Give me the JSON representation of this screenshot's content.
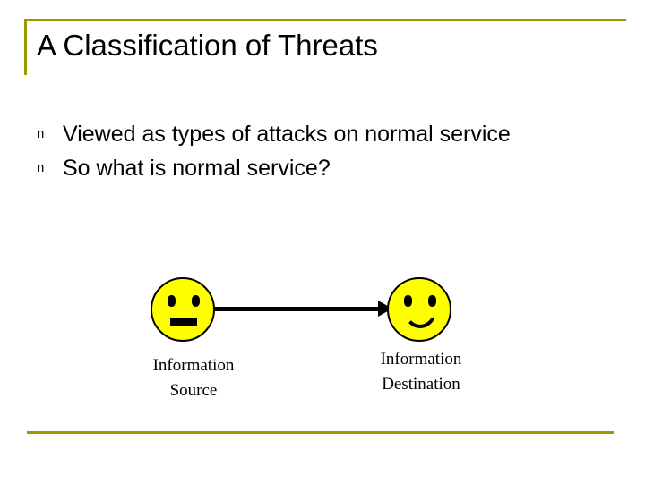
{
  "slide": {
    "title": "A Classification of Threats",
    "bullet_marker": "n",
    "bullets": [
      "Viewed as types of attacks on normal service",
      "So what is normal service?"
    ],
    "diagram": {
      "source_caption_line1": "Information",
      "source_caption_line2": "Source",
      "destination_caption_line1": "Information",
      "destination_caption_line2": "Destination",
      "source_face": "neutral-face",
      "destination_face": "smiling-face",
      "arrow": "right-arrow"
    },
    "colors": {
      "frame": "#9a9a00",
      "face_fill": "#ffff00",
      "outline": "#000000",
      "text": "#000000",
      "background": "#ffffff"
    }
  }
}
